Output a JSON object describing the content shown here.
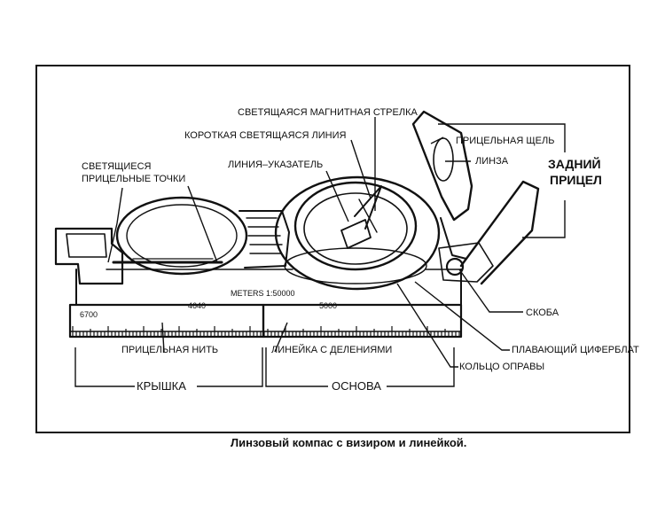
{
  "caption": "Линзовый компас с визиром и линейкой.",
  "labels": {
    "needle": "СВЕТЯЩАЯСЯ МАГНИТНАЯ СТРЕЛКА",
    "short_line": "КОРОТКАЯ СВЕТЯЩАЯСЯ ЛИНИЯ",
    "index_line": "ЛИНИЯ–УКАЗАТЕЛЬ",
    "sight_dots_1": "СВЕТЯЩИЕСЯ",
    "sight_dots_2": "ПРИЦЕЛЬНЫЕ ТОЧКИ",
    "sighting_slot": "ПРИЦЕЛЬНАЯ ЩЕЛЬ",
    "lens": "ЛИНЗА",
    "rear_sight_1": "ЗАДНИЙ",
    "rear_sight_2": "ПРИЦЕЛ",
    "bracket": "СКОБА",
    "floating_dial": "ПЛАВАЮЩИЙ ЦИФЕРБЛАТ",
    "bezel_ring": "КОЛЬЦО ОПРАВЫ",
    "sighting_wire": "ПРИЦЕЛЬНАЯ НИТЬ",
    "scale_ruler": "ЛИНЕЙКА С ДЕЛЕНИЯМИ"
  },
  "sections": {
    "cover": "КРЫШКА",
    "base": "ОСНОВА"
  },
  "ruler_marks": {
    "cover_small": "4640",
    "cover_left": "6700",
    "scale_text": "1:50000",
    "meters": "METERS",
    "base_mid": "5000"
  }
}
